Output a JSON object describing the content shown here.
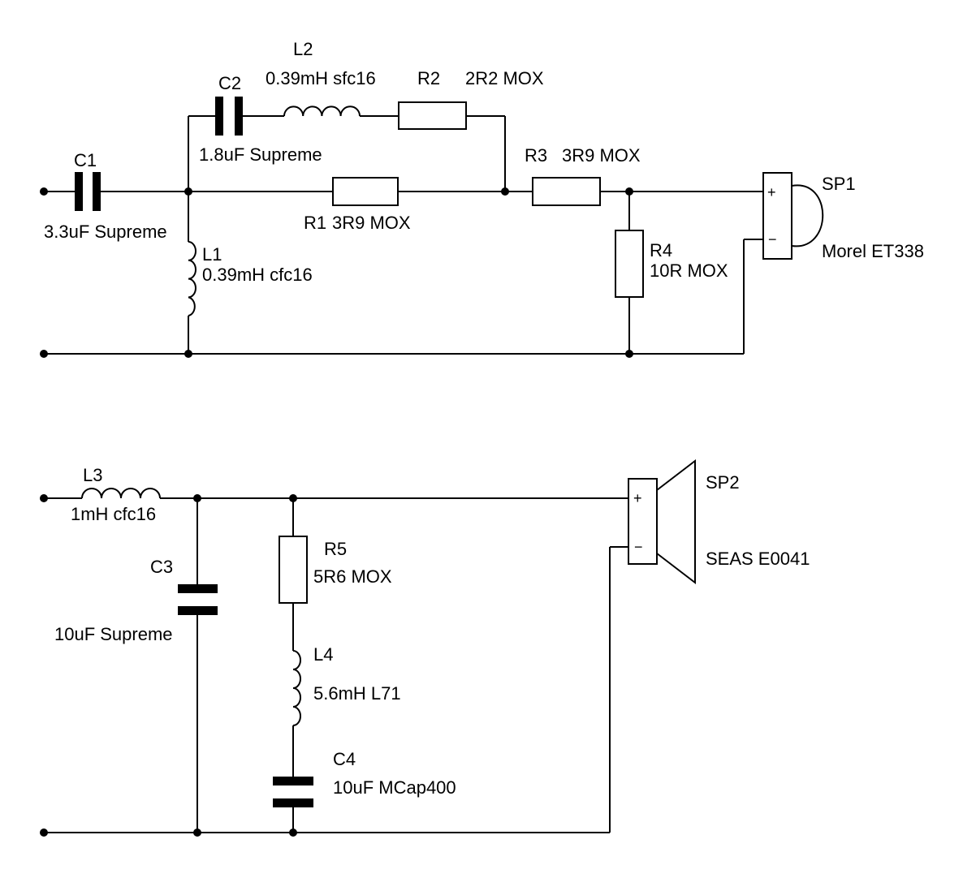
{
  "components": {
    "c1": {
      "ref": "C1",
      "value": "3.3uF Supreme"
    },
    "c2": {
      "ref": "C2",
      "value": "1.8uF Supreme"
    },
    "l1": {
      "ref": "L1",
      "value": "0.39mH cfc16"
    },
    "l2": {
      "ref": "L2",
      "value": "0.39mH sfc16"
    },
    "r1": {
      "ref": "R1",
      "value": "3R9 MOX"
    },
    "r2": {
      "ref": "R2",
      "value": "2R2 MOX"
    },
    "r3": {
      "ref": "R3",
      "value": "3R9 MOX"
    },
    "r4": {
      "ref": "R4",
      "value": "10R MOX"
    },
    "sp1": {
      "ref": "SP1",
      "model": "Morel ET338",
      "plus": "+",
      "minus": "−"
    },
    "l3": {
      "ref": "L3",
      "value": "1mH cfc16"
    },
    "c3": {
      "ref": "C3",
      "value": "10uF Supreme"
    },
    "r5": {
      "ref": "R5",
      "value": "5R6 MOX"
    },
    "l4": {
      "ref": "L4",
      "value": "5.6mH L71"
    },
    "c4": {
      "ref": "C4",
      "value": "10uF MCap400"
    },
    "sp2": {
      "ref": "SP2",
      "model": "SEAS E0041",
      "plus": "+",
      "minus": "−"
    }
  }
}
